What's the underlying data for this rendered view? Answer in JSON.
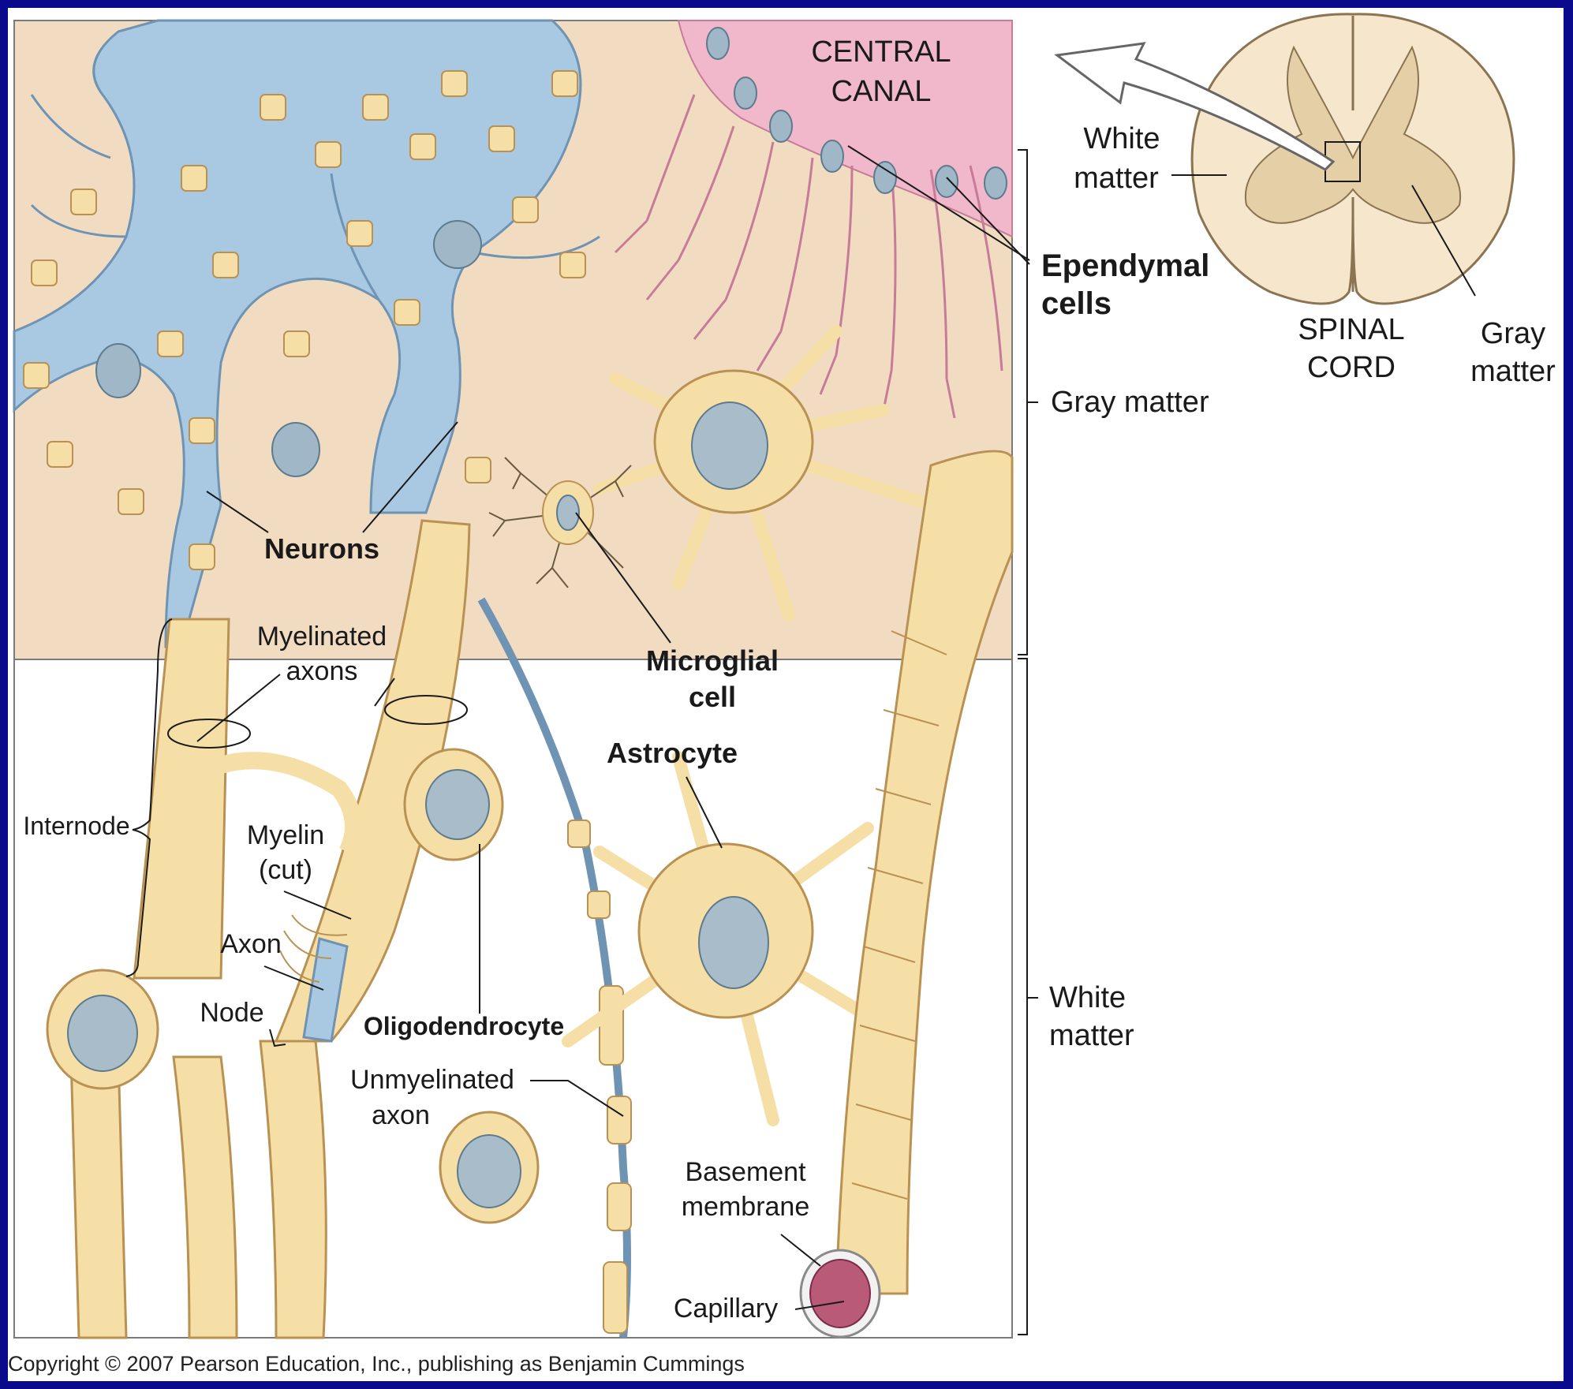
{
  "labels": {
    "central_canal": [
      "CENTRAL",
      "CANAL"
    ],
    "white_matter_inset": [
      "White",
      "matter"
    ],
    "ependymal_cells": [
      "Ependymal",
      "cells"
    ],
    "spinal_cord": [
      "SPINAL",
      "CORD"
    ],
    "gray_matter_inset": [
      "Gray",
      "matter"
    ],
    "gray_matter_region": "Gray matter",
    "neurons": "Neurons",
    "myelinated_axons": [
      "Myelinated",
      "axons"
    ],
    "microglial_cell": [
      "Microglial",
      "cell"
    ],
    "astrocyte": "Astrocyte",
    "internode": "Internode",
    "myelin_cut": [
      "Myelin",
      "(cut)"
    ],
    "axon": "Axon",
    "node": "Node",
    "oligodendrocyte": "Oligodendrocyte",
    "unmyelinated_axon": [
      "Unmyelinated",
      "axon"
    ],
    "white_matter_region": [
      "White",
      "matter"
    ],
    "basement_membrane": [
      "Basement",
      "membrane"
    ],
    "capillary": "Capillary"
  },
  "copyright": "Copyright © 2007 Pearson Education, Inc., publishing as Benjamin Cummings",
  "colors": {
    "frame": "#0a0a8c",
    "gray_matter_bg": "#f1dcc2",
    "white_matter_bg": "#ffffff",
    "glial": "#f6dfa6",
    "glial_outline": "#b99153",
    "neuron": "#a9c9e3",
    "ependymal": "#f1b7cb",
    "nucleus": "#a9bcc9",
    "capillary": "#b85a78"
  }
}
